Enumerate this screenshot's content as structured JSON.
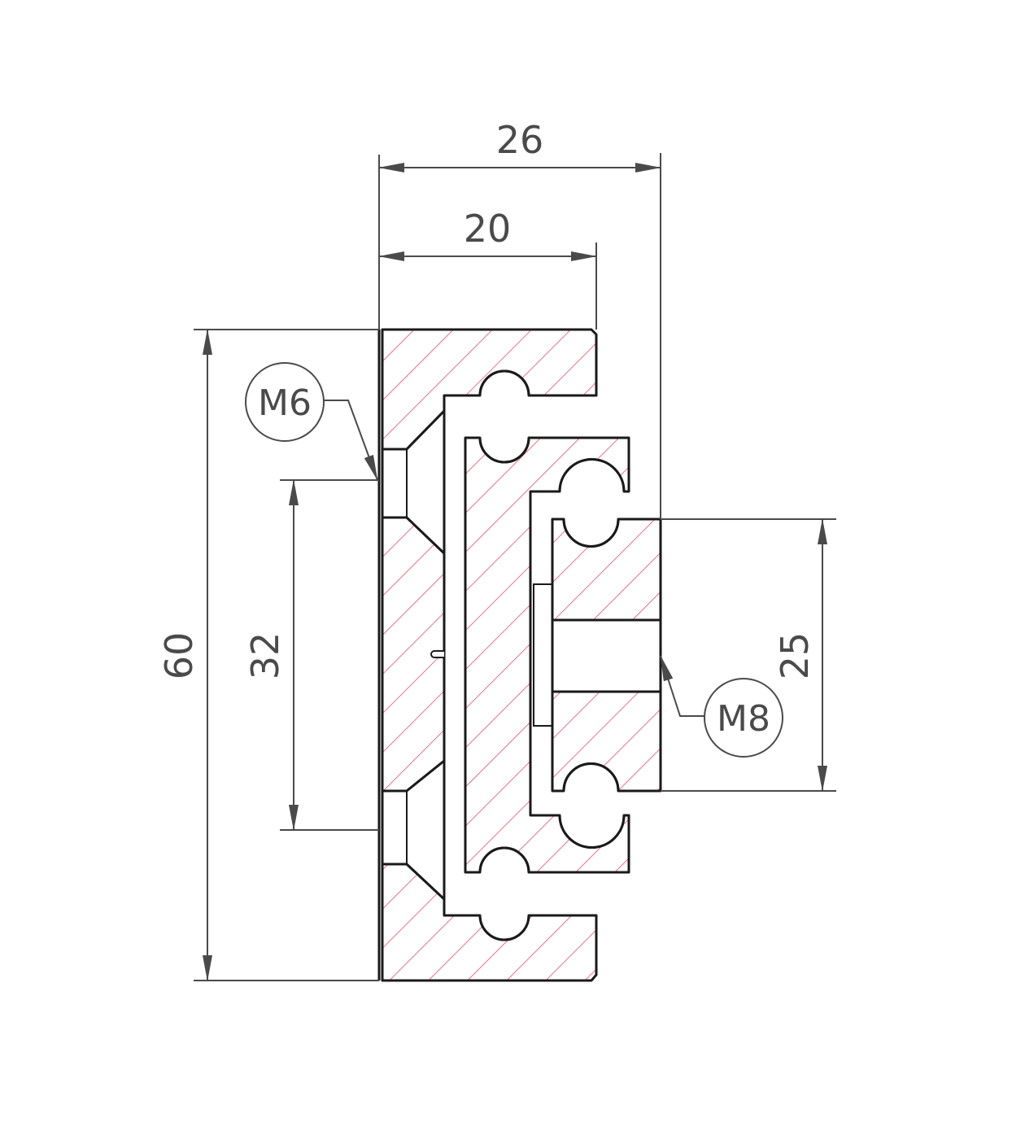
{
  "dimensions": {
    "total_width": "26",
    "rail_width": "20",
    "total_height": "60",
    "hole_spacing": "32",
    "block_height": "25"
  },
  "callouts": {
    "left_thread": "M6",
    "right_thread": "M8"
  },
  "colors": {
    "outline": "#1a1a1a",
    "hatch": "#e0506e",
    "dimension": "#4a4a4a",
    "fill": "#ffffff"
  }
}
